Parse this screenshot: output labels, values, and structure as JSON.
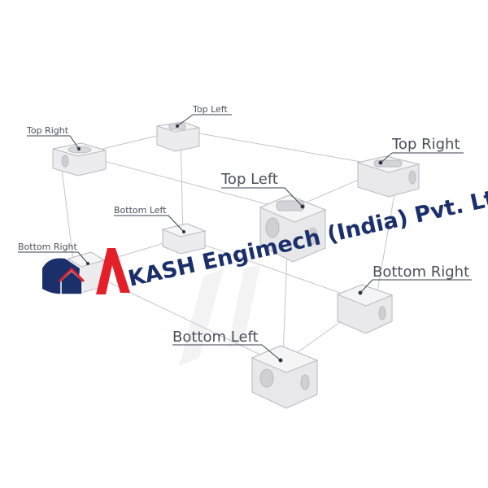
{
  "labels": {
    "back_top_right": "Top Right",
    "back_top_left": "Top Left",
    "front_top_right": "Top Right",
    "front_top_left": "Top Left",
    "back_bottom_left": "Bottom Left",
    "back_bottom_right": "Bottom Right",
    "front_bottom_right": "Bottom Right",
    "front_bottom_left": "Bottom Left"
  },
  "watermark": {
    "logo_letter": "A",
    "company": "KASH Engimech (India) Pvt. Ltd."
  },
  "colors": {
    "brand_navy": "#1b2f6b",
    "brand_red": "#e3202a",
    "block": "#e6e6e8",
    "line": "#c8c8cc"
  }
}
